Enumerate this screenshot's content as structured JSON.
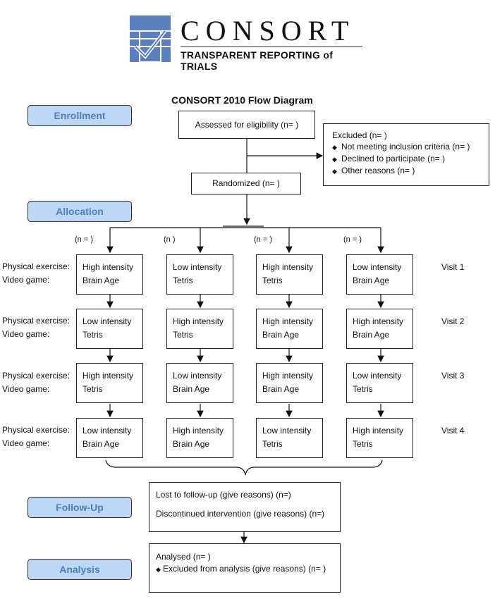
{
  "logo": {
    "wordmark": "CONSORT",
    "tagline": "TRANSPARENT REPORTING of TRIALS",
    "brand_color": "#5b7fbf"
  },
  "title": "CONSORT 2010 Flow Diagram",
  "stages": {
    "enrollment": "Enrollment",
    "allocation": "Allocation",
    "followup": "Follow-Up",
    "analysis": "Analysis"
  },
  "assessed": "Assessed for eligibility (n= )",
  "excluded": {
    "title": "Excluded (n=   )",
    "items": [
      "Not meeting inclusion criteria (n=  )",
      "Declined to participate (n=  )",
      "Other reasons (n=  )"
    ]
  },
  "randomized": "Randomized (n= )",
  "arm_n": [
    "(n = )",
    "(n   )",
    "(n = )",
    "(n =  )"
  ],
  "row_labels": {
    "exercise": "Physical exercise:",
    "game": "Video game:"
  },
  "visits": [
    {
      "label": "Visit 1",
      "cells": [
        [
          "High intensity",
          "Brain Age"
        ],
        [
          "Low intensity",
          "Tetris"
        ],
        [
          "High intensity",
          "Tetris"
        ],
        [
          "Low intensity",
          "Brain Age"
        ]
      ]
    },
    {
      "label": "Visit 2",
      "cells": [
        [
          "Low intensity",
          "Tetris"
        ],
        [
          "High intensity",
          "Tetris"
        ],
        [
          "High intensity",
          "Brain Age"
        ],
        [
          "High intensity",
          "Brain Age"
        ]
      ]
    },
    {
      "label": "Visit 3",
      "cells": [
        [
          "High intensity",
          "Tetris"
        ],
        [
          "Low intensity",
          "Brain Age"
        ],
        [
          "High intensity",
          "Brain Age"
        ],
        [
          "Low intensity",
          "Tetris"
        ]
      ]
    },
    {
      "label": "Visit 4",
      "cells": [
        [
          "Low intensity",
          "Brain Age"
        ],
        [
          "High intensity",
          "Brain Age"
        ],
        [
          "Low intensity",
          "Tetris"
        ],
        [
          "High intensity",
          "Tetris"
        ]
      ]
    }
  ],
  "followup": {
    "lost": "Lost to follow-up (give reasons) (n=)",
    "discontinued": "Discontinued intervention (give reasons) (n=)"
  },
  "analysis": {
    "analysed": "Analysed  (n=  )",
    "excluded": "Excluded from analysis (give reasons) (n=   )"
  }
}
